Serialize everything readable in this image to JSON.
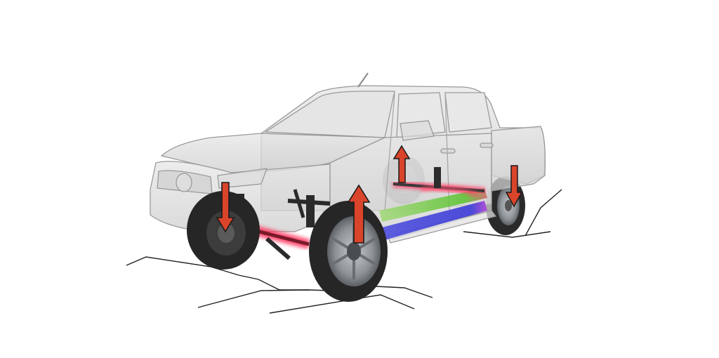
{
  "illustration": {
    "subject": "pickup-truck-suspension-articulation",
    "icons": [
      "up-arrow-icon",
      "down-arrow-icon",
      "wheel-icon",
      "leaf-spring-icon"
    ],
    "colors": {
      "background": "#ffffff",
      "body_ghost": "#d9d9d9",
      "body_outline": "#9a9a9a",
      "tire": "#2a2a2a",
      "rim": "#9a9ea3",
      "arrow_fill": "#d9442b",
      "arrow_outline": "#1a1a1a",
      "glow_red": "#ff2d5a",
      "bar_green": "#58c22c",
      "bar_blue": "#3a3ad6",
      "bar_purple": "#b040d8",
      "terrain_line": "#222222"
    },
    "arrows": [
      {
        "wheel": "front-left",
        "direction": "down"
      },
      {
        "wheel": "front-right",
        "direction": "up"
      },
      {
        "wheel": "rear-left",
        "direction": "up"
      },
      {
        "wheel": "rear-right",
        "direction": "down"
      }
    ]
  }
}
